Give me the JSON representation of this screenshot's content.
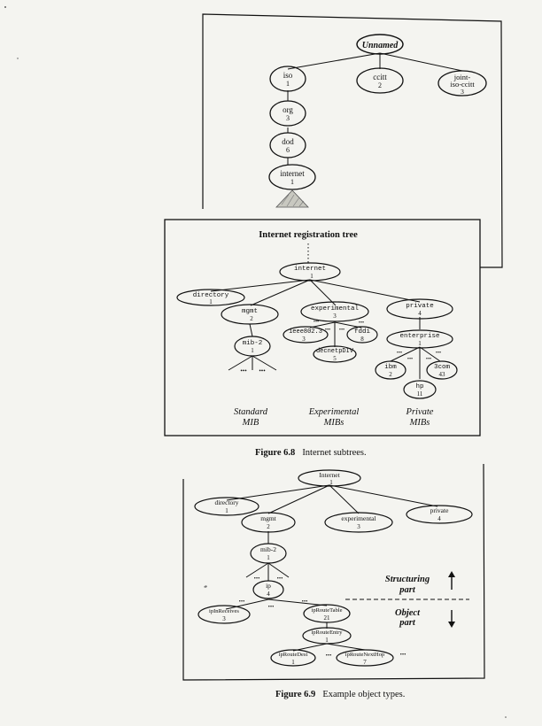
{
  "top_tree": {
    "root": "Unnamed",
    "iso": {
      "name": "iso",
      "num": "1"
    },
    "ccitt": {
      "name": "ccitt",
      "num": "2"
    },
    "joint": {
      "line1": "joint-",
      "line2": "iso-ccitt",
      "num": "3"
    },
    "org": {
      "name": "org",
      "num": "3"
    },
    "dod": {
      "name": "dod",
      "num": "6"
    },
    "internet": {
      "name": "internet",
      "num": "1"
    }
  },
  "fig68": {
    "title": "Internet registration tree",
    "internet": {
      "name": "internet",
      "num": "1"
    },
    "directory": {
      "name": "directory",
      "num": "1"
    },
    "mgmt": {
      "name": "mgmt",
      "num": "2"
    },
    "experimental": {
      "name": "experimental",
      "num": "3"
    },
    "private": {
      "name": "private",
      "num": "4"
    },
    "mib2": {
      "name": "mib-2",
      "num": "1"
    },
    "ieee": {
      "name": "ieee802.3",
      "num": "3"
    },
    "fddi": {
      "name": "fddi",
      "num": "8"
    },
    "decnet": {
      "name": "decnetpDIV",
      "num": "5"
    },
    "enterprise": {
      "name": "enterprise",
      "num": "1"
    },
    "ibm": {
      "name": "ibm",
      "num": "2"
    },
    "3com": {
      "name": "3com",
      "num": "43"
    },
    "hp": {
      "name": "hp",
      "num": "11"
    },
    "ellipsis": "•••",
    "labels": {
      "standard": [
        "Standard",
        "MIB"
      ],
      "experimental": [
        "Experimental",
        "MIBs"
      ],
      "private": [
        "Private",
        "MIBs"
      ]
    },
    "caption_num": "Figure 6.8",
    "caption_text": "Internet subtrees."
  },
  "fig69": {
    "internet": {
      "name": "Internet",
      "num": "1"
    },
    "directory": {
      "name": "directory",
      "num": "1"
    },
    "mgmt": {
      "name": "mgmt",
      "num": "2"
    },
    "experimental": {
      "name": "experimental",
      "num": "3"
    },
    "private": {
      "name": "private",
      "num": "4"
    },
    "mib2": {
      "name": "mib-2",
      "num": "1"
    },
    "ip": {
      "name": "ip",
      "num": "4"
    },
    "ipInReceives": {
      "name": "ipInReceives",
      "num": "3"
    },
    "ipRouteTable": {
      "name": "ipRouteTable",
      "num": "21"
    },
    "ipRouteEntry": {
      "name": "ipRouteEntry",
      "num": "1"
    },
    "ipRouteDest": {
      "name": "ipRouteDest",
      "num": "1"
    },
    "ipRouteNextHop": {
      "name": "ipRouteNextHop",
      "num": "7"
    },
    "ellipsis": "•••",
    "structuring": [
      "Structuring",
      "part"
    ],
    "object": [
      "Object",
      "part"
    ],
    "caption_num": "Figure 6.9",
    "caption_text": "Example object types."
  }
}
